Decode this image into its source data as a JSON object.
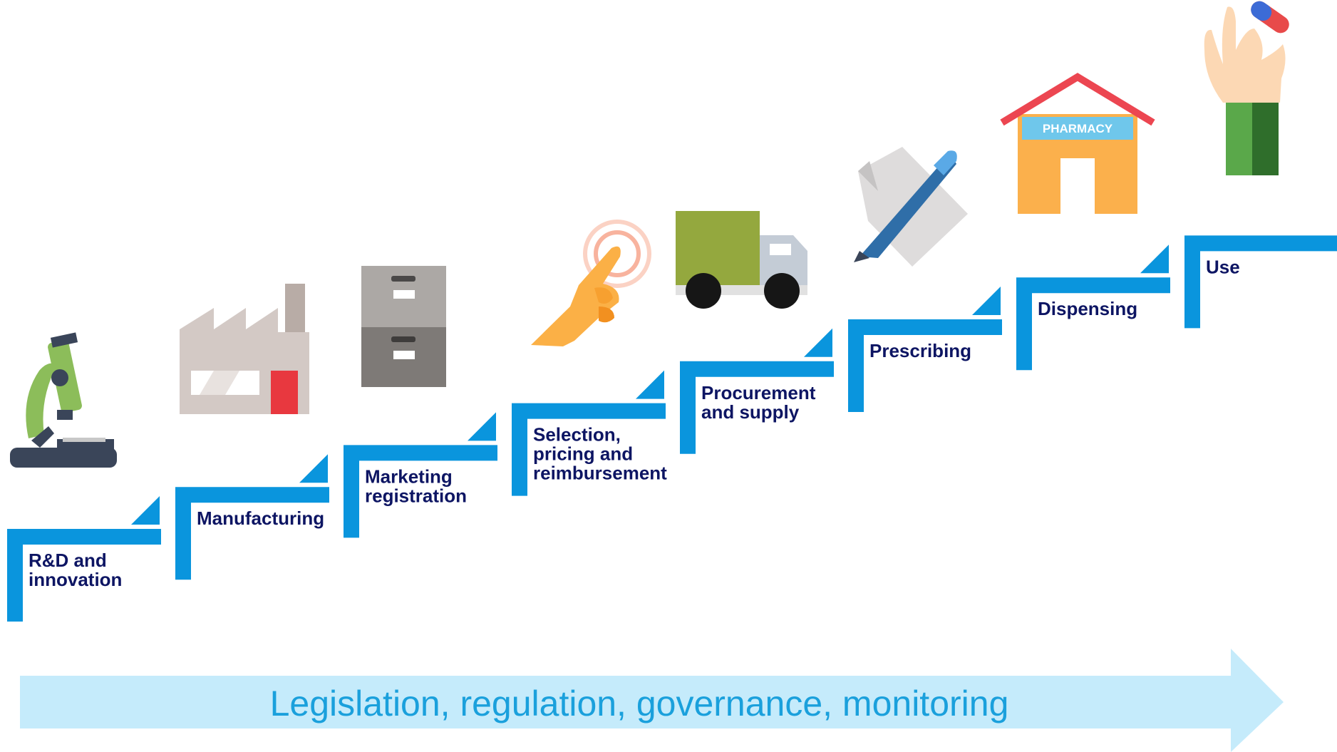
{
  "colors": {
    "step_blue": "#0a95dd",
    "label_navy": "#0d1563",
    "banner_fill": "#c5ebfb",
    "banner_text": "#1aa0dc"
  },
  "steps": [
    {
      "lines": [
        "R&D and",
        "innovation"
      ],
      "icon": "microscope-icon"
    },
    {
      "lines": [
        "Manufacturing"
      ],
      "icon": "factory-icon"
    },
    {
      "lines": [
        "Marketing",
        "registration"
      ],
      "icon": "filing-cabinet-icon"
    },
    {
      "lines": [
        "Selection,",
        "pricing and",
        "reimbursement"
      ],
      "icon": "touch-hand-icon"
    },
    {
      "lines": [
        "Procurement",
        "and supply"
      ],
      "icon": "delivery-truck-icon"
    },
    {
      "lines": [
        "Prescribing"
      ],
      "icon": "prescription-pen-icon"
    },
    {
      "lines": [
        "Dispensing"
      ],
      "icon": "pharmacy-icon"
    },
    {
      "lines": [
        "Use"
      ],
      "icon": "hand-with-pill-icon"
    }
  ],
  "pharmacy_sign": "PHARMACY",
  "banner": {
    "label": "Legislation, regulation, governance, monitoring"
  }
}
